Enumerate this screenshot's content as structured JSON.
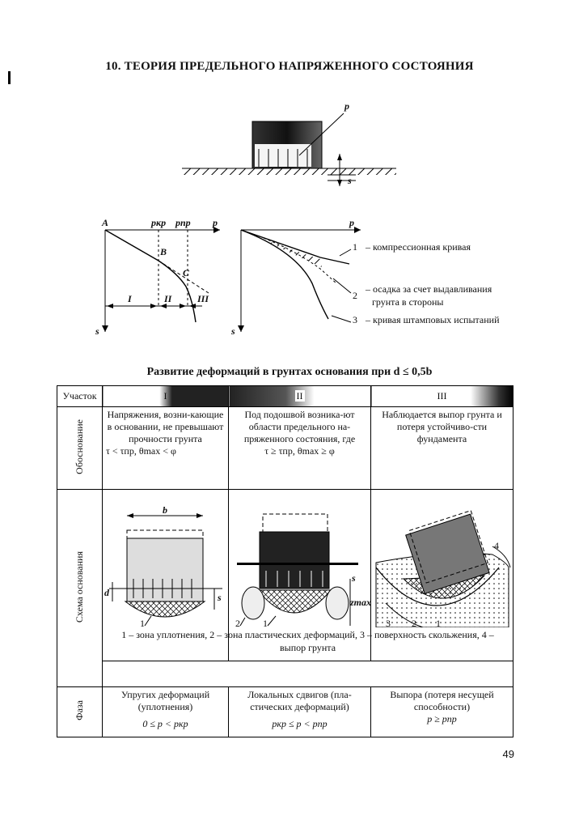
{
  "page": {
    "title": "10. ТЕОРИЯ ПРЕДЕЛЬНОГО НАПРЯЖЕННОГО СОСТОЯНИЯ",
    "number": "49"
  },
  "top_figure": {
    "p_label": "p",
    "s_label": "s"
  },
  "graph_left": {
    "A": "A",
    "p_kr": "pкр",
    "p_pr": "pпр",
    "p": "p",
    "B": "B",
    "C": "C",
    "zone_I": "I",
    "zone_II": "II",
    "zone_III": "III",
    "s": "s"
  },
  "graph_right": {
    "p": "p",
    "s": "s",
    "legend": [
      {
        "num": "1",
        "text": "– компрессионная кривая"
      },
      {
        "num": "2",
        "text": "– осадка за счет выдавливания"
      },
      {
        "num": "",
        "text": "грунта в стороны"
      },
      {
        "num": "3",
        "text": "– кривая штамповых испытаний"
      }
    ]
  },
  "table_title": "Развитие деформаций в грунтах основания при d ≤ 0,5b",
  "table": {
    "header": {
      "col0": "Участок",
      "col1": "I",
      "col2": "II",
      "col3": "III"
    },
    "row_basis": {
      "label": "Обоснование",
      "c1": "Напряжения, возни-кающие в основании, не превышают прочности грунта",
      "c1_formula": "τ < τпр, θmax < φ",
      "c2": "Под подошвой возника-ют области предельного на-пряженного состояния, где",
      "c2_formula": "τ ≥ τпр, θmax ≥ φ",
      "c3": "Наблюдается выпор грунта и потеря устойчиво-сти фундамента"
    },
    "row_scheme": {
      "label": "Схема основания",
      "fig1": {
        "b": "b",
        "d": "d",
        "s": "s",
        "n1": "1"
      },
      "fig2": {
        "s": "s",
        "zmax": "zmax",
        "n1": "1",
        "n2": "2"
      },
      "fig3": {
        "n1": "1",
        "n2": "2",
        "n3": "3",
        "n4": "4"
      },
      "caption": "1 – зона уплотнения, 2 – зона пластических деформаций, 3 – поверхность скольжения, 4 – выпор грунта"
    },
    "row_phase": {
      "label": "Фаза",
      "c1": "Упругих деформаций (уплотнения)",
      "c1_formula": "0 ≤ p < pкр",
      "c2": "Локальных сдвигов (пла-стических деформаций)",
      "c2_formula": "pкр ≤ p < pпр",
      "c3": "Выпора (потеря несущей способности)",
      "c3_formula": "p ≥ pпр"
    }
  }
}
